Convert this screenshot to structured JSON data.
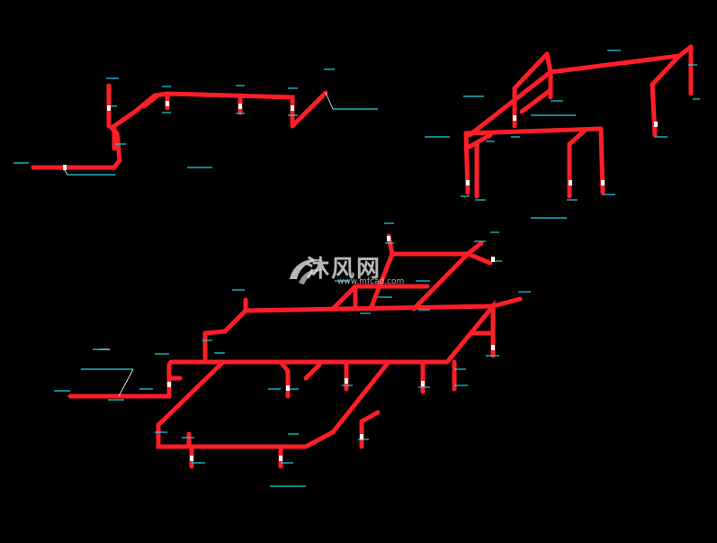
{
  "colors": {
    "background": "#000000",
    "pipe": "#ff1e28",
    "annotation": "#19d6e6",
    "leader": "#ffffff",
    "watermark": "#d8d8d8"
  },
  "watermark": {
    "brand": "沐风网",
    "url": "www.mfcad.com",
    "logo_icon": "mf-swoosh-logo"
  }
}
